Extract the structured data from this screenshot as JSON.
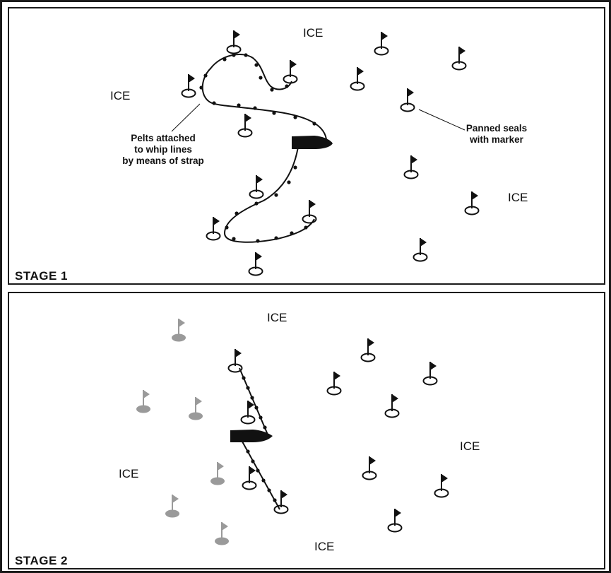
{
  "stage1": {
    "stage_label": "STAGE  1",
    "ice_labels": [
      "ICE",
      "ICE",
      "ICE"
    ],
    "callout_pelts": [
      "Pelts attached",
      "to whip lines",
      "by means of strap"
    ],
    "callout_seals": [
      "Panned seals",
      "with marker"
    ]
  },
  "stage2": {
    "stage_label": "STAGE  2",
    "ice_labels": [
      "ICE",
      "ICE",
      "ICE",
      "ICE"
    ]
  },
  "colors": {
    "line": "#111111",
    "ship": "#111111",
    "grey_marker": "#9a9a9a",
    "background": "#ffffff"
  },
  "icons": {
    "seal_marker": "flag-on-pan-icon",
    "collected_marker": "grey-flag-icon",
    "vessel": "ship-icon"
  }
}
